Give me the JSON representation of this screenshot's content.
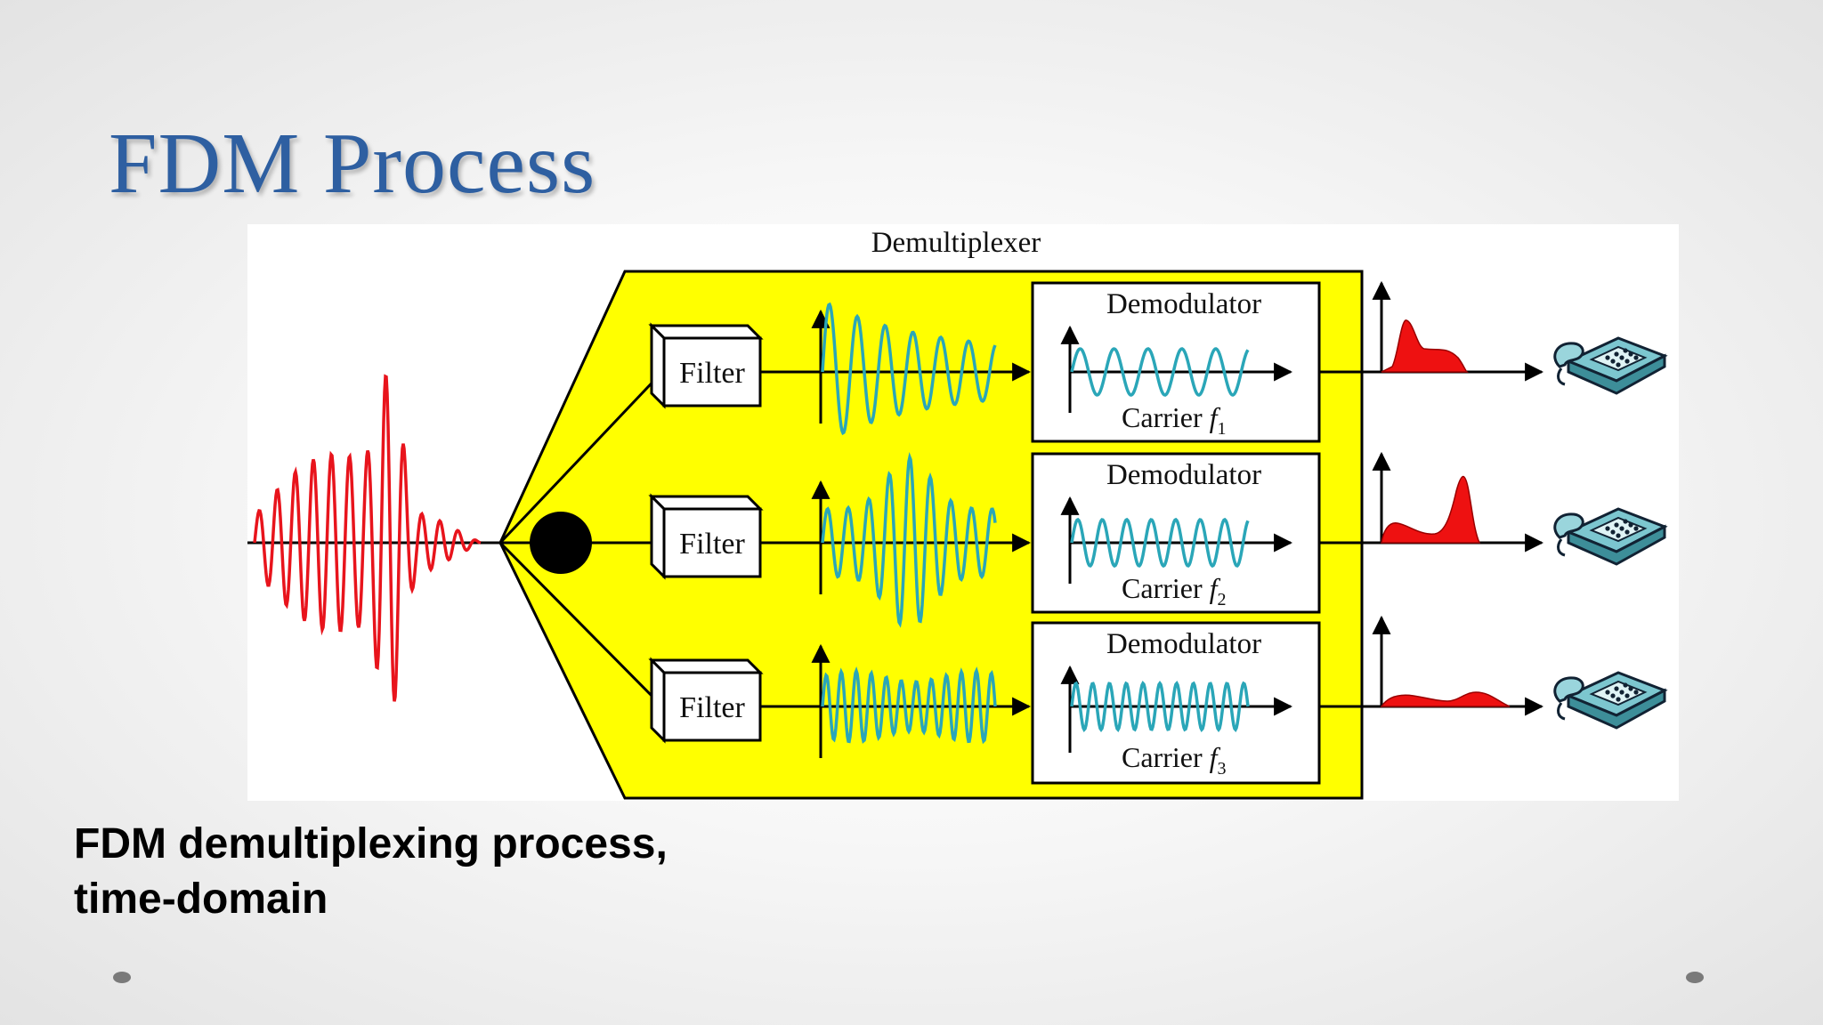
{
  "slide": {
    "title": "FDM Process",
    "caption_line1": "FDM demultiplexing process,",
    "caption_line2": "time-domain"
  },
  "diagram": {
    "block_label": "Demultiplexer",
    "channels": [
      {
        "filter_label": "Filter",
        "demod_label": "Demodulator",
        "carrier_label": "Carrier",
        "carrier_symbol": "f",
        "carrier_index": "1"
      },
      {
        "filter_label": "Filter",
        "demod_label": "Demodulator",
        "carrier_label": "Carrier",
        "carrier_symbol": "f",
        "carrier_index": "2"
      },
      {
        "filter_label": "Filter",
        "demod_label": "Demodulator",
        "carrier_label": "Carrier",
        "carrier_symbol": "f",
        "carrier_index": "3"
      }
    ],
    "colors": {
      "block_fill": "#ffff00",
      "composite_signal": "#e8141c",
      "channel_signal": "#2aa6b8",
      "output_signal": "#ee1111",
      "telephone": "#4aa3b0"
    }
  }
}
